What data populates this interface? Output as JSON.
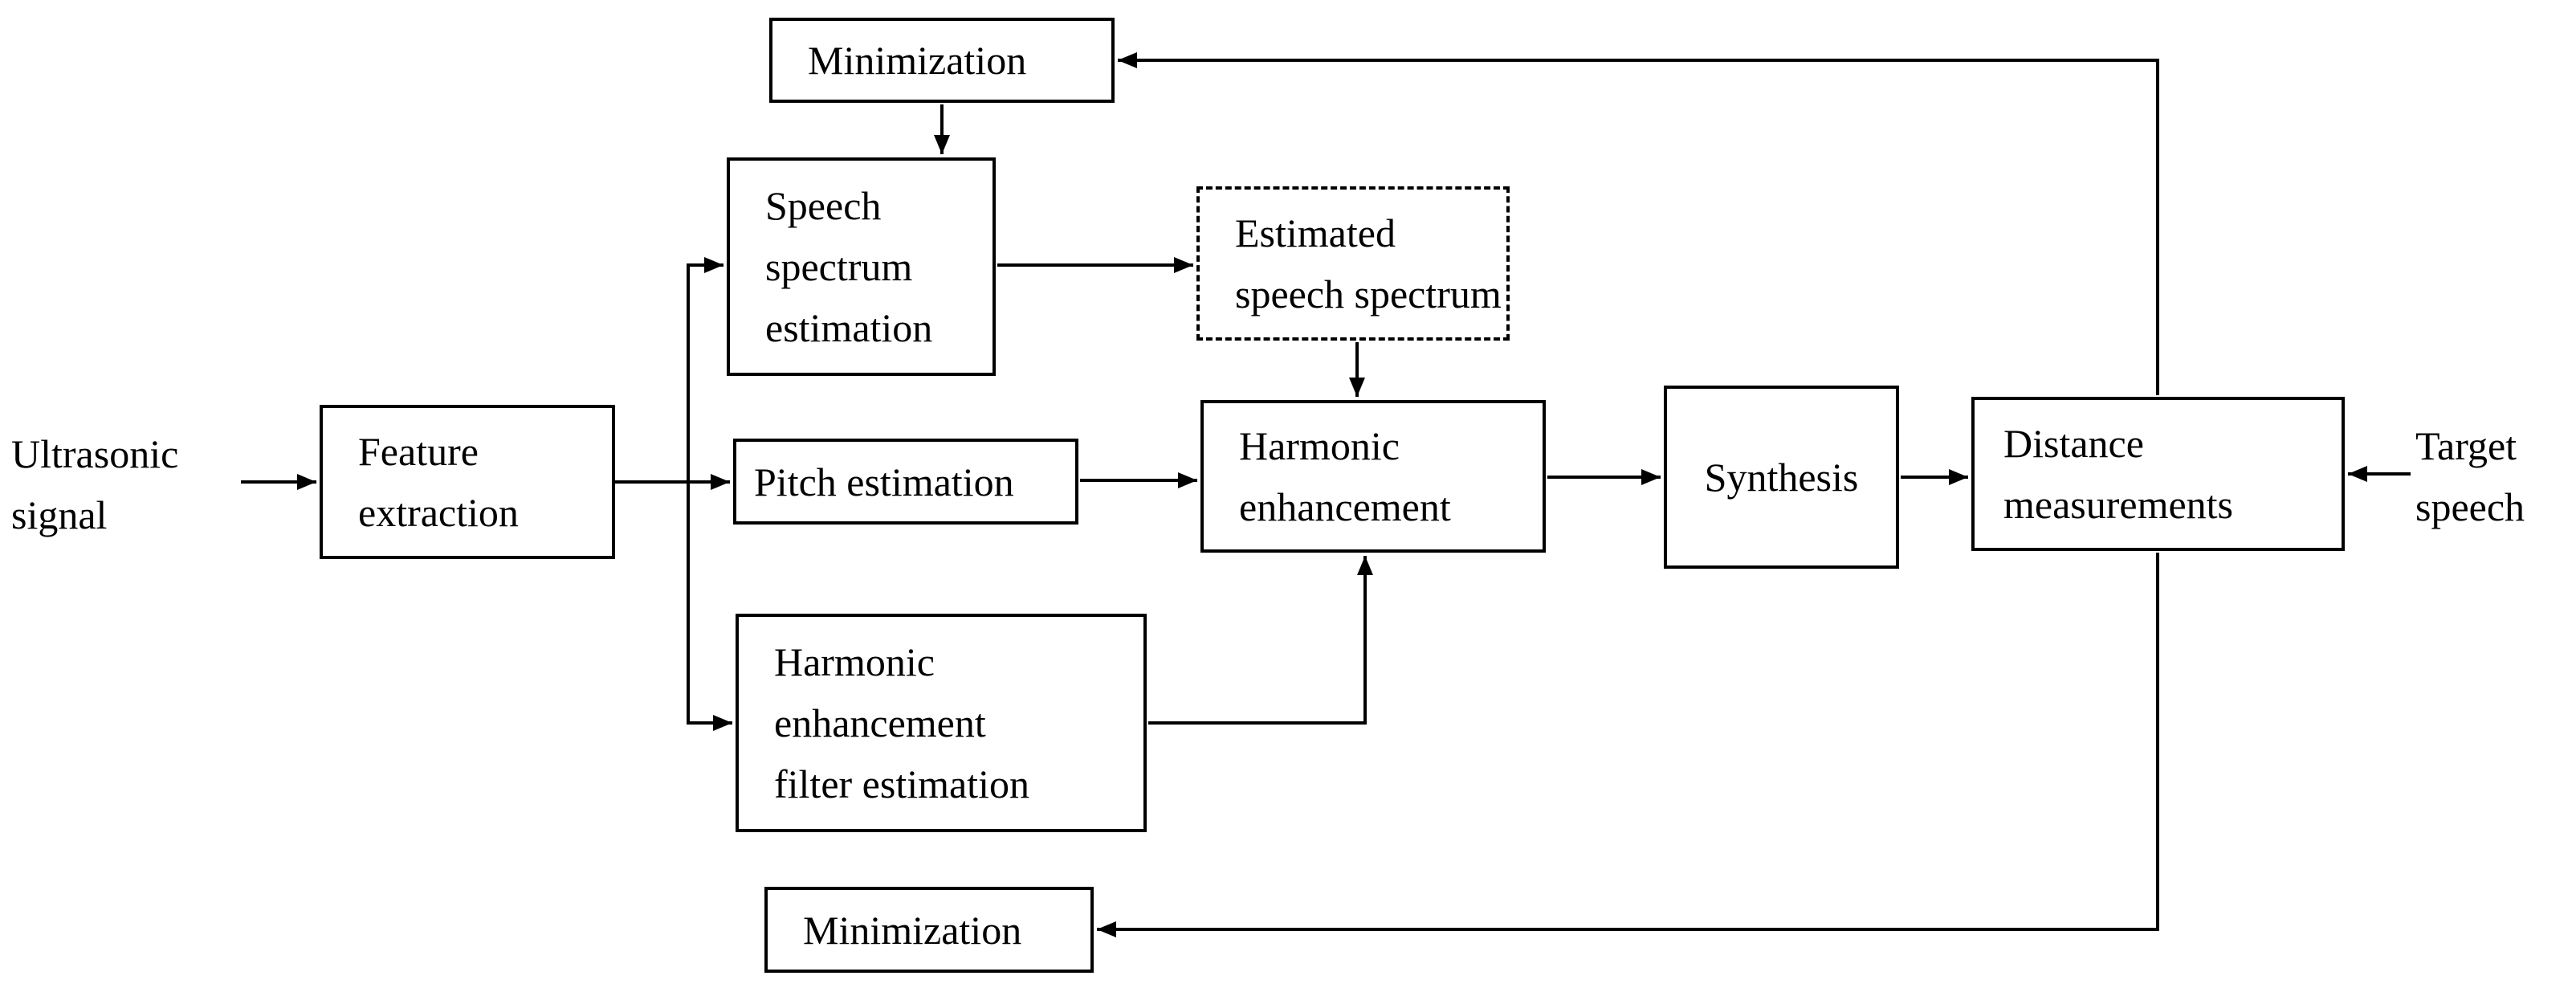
{
  "figure": {
    "background_color": "#ffffff",
    "line_color": "#000000",
    "nodes": {
      "minimization_top": {
        "label": "Minimization",
        "border": "solid"
      },
      "speech_spectrum_estimation": {
        "line1": "Speech",
        "line2": "spectrum",
        "line3": "estimation",
        "border": "solid"
      },
      "estimated_speech_spectrum": {
        "line1": "Estimated",
        "line2": "speech spectrum",
        "border": "dashed"
      },
      "feature_extraction": {
        "line1": "Feature",
        "line2": "extraction",
        "border": "solid"
      },
      "pitch_estimation": {
        "label": "Pitch estimation",
        "border": "solid"
      },
      "harmonic_enhancement": {
        "line1": "Harmonic",
        "line2": "enhancement",
        "border": "solid"
      },
      "synthesis": {
        "label": "Synthesis",
        "border": "solid"
      },
      "distance_measurements": {
        "line1": "Distance",
        "line2": "measurements",
        "border": "solid"
      },
      "harmonic_enhancement_filter_estimation": {
        "line1": "Harmonic",
        "line2": "enhancement",
        "line3": "filter estimation",
        "border": "solid"
      },
      "minimization_bottom": {
        "label": "Minimization",
        "border": "solid"
      }
    },
    "io_labels": {
      "input": {
        "line1": "Ultrasonic",
        "line2": "signal"
      },
      "output": {
        "line1": "Target",
        "line2": "speech"
      }
    }
  }
}
